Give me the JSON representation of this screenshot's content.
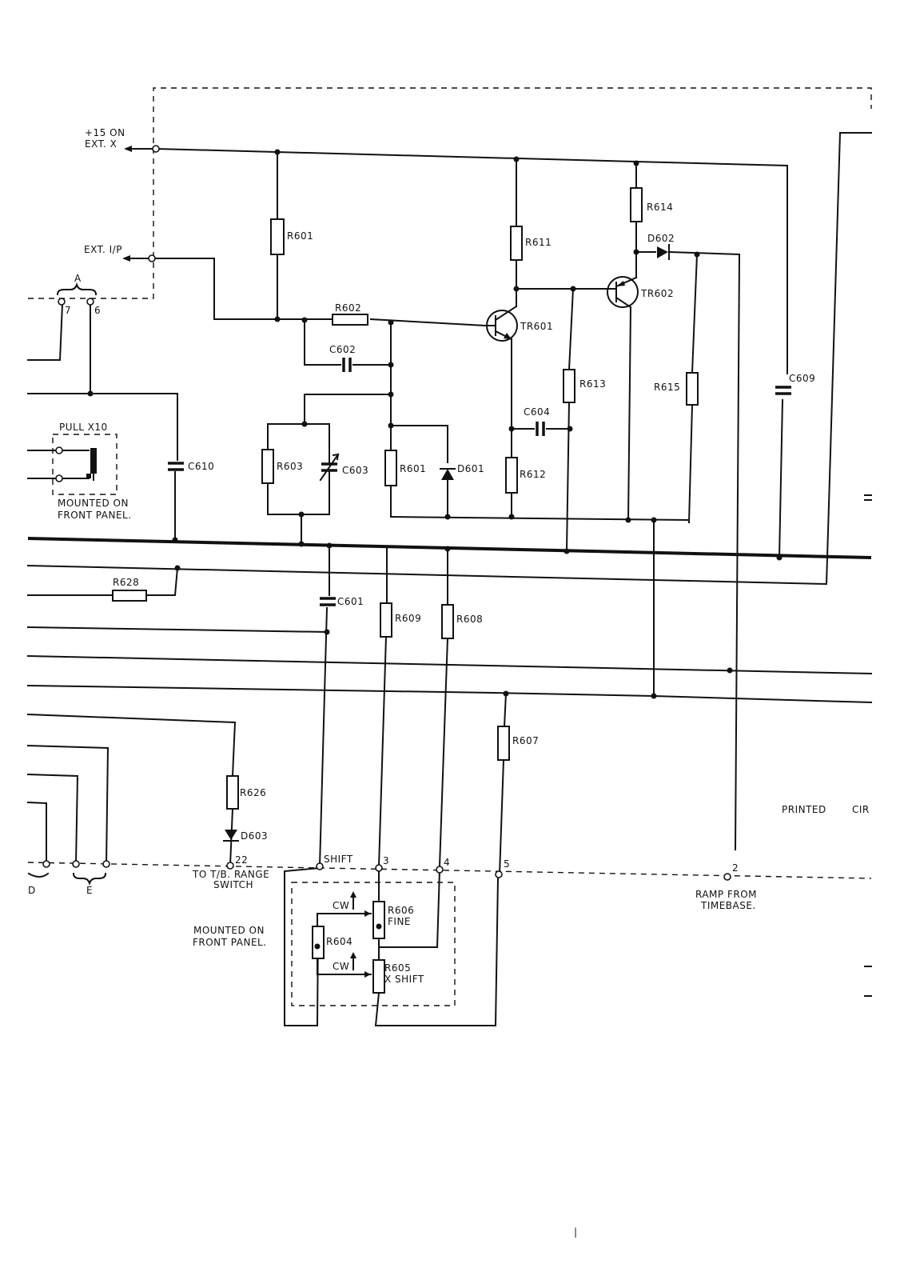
{
  "labels": {
    "plus15": "+15 ON",
    "extx": "EXT. X",
    "extip": "EXT. I/P",
    "group_a": "A",
    "pin7": "7",
    "pin6": "6",
    "pull_x10": "PULL X10",
    "mounted_front_1": "MOUNTED ON",
    "front_panel_1": "FRONT PANEL.",
    "c610": "C610",
    "r601_top": "R601",
    "r602": "R602",
    "c602": "C602",
    "r603": "R603",
    "c603": "C603",
    "r601_low": "R601",
    "d601": "D601",
    "tr601": "TR601",
    "r611": "R611",
    "r612": "R612",
    "c604": "C604",
    "r613": "R613",
    "r614": "R614",
    "d602": "D602",
    "tr602": "TR602",
    "r615": "R615",
    "c609": "C609",
    "r628": "R628",
    "c601": "C601",
    "r609": "R609",
    "r608": "R608",
    "r607": "R607",
    "r626": "R626",
    "d603": "D603",
    "pin22": "22",
    "to_tb_1": "TO T/B. RANGE",
    "to_tb_2": "SWITCH",
    "shift": "SHIFT",
    "pin3": "3",
    "pin4": "4",
    "pin5": "5",
    "pin2": "2",
    "ramp_1": "RAMP FROM",
    "ramp_2": "TIMEBASE.",
    "printed": "PRINTED",
    "cir": "CIR",
    "group_d": "D",
    "group_e": "E",
    "mounted_front_2": "MOUNTED ON",
    "front_panel_2": "FRONT PANEL.",
    "cw1": "CW",
    "cw2": "CW",
    "r606": "R606",
    "fine": "FINE",
    "r604": "R604",
    "r605": "R605",
    "x_shift": "X SHIFT",
    "page_mark": "|"
  }
}
